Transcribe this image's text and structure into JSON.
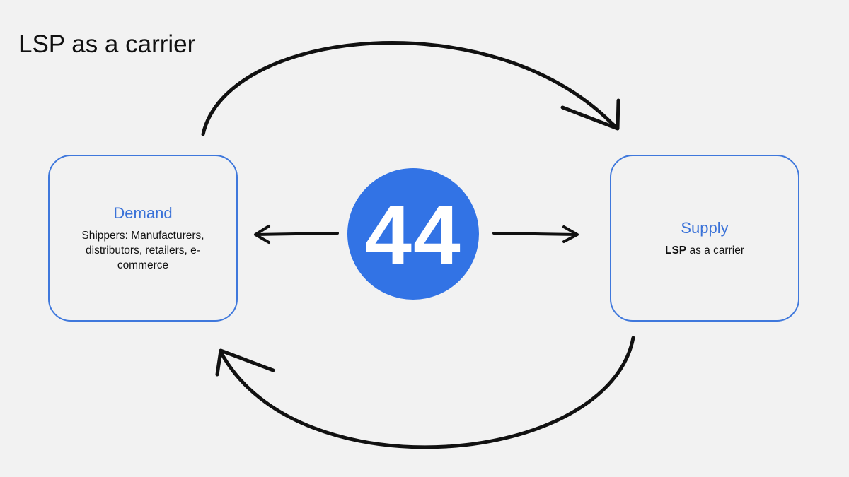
{
  "title": "LSP as a carrier",
  "colors": {
    "background": "#f2f2f2",
    "accent": "#3273e5",
    "box_border": "#3f78dc",
    "arrow": "#111111"
  },
  "center_badge": {
    "label": "44"
  },
  "demand": {
    "title": "Demand",
    "description": "Shippers: Manufacturers, distributors, retailers, e-commerce"
  },
  "supply": {
    "title": "Supply",
    "description_bold": "LSP",
    "description_rest": " as a carrier"
  }
}
